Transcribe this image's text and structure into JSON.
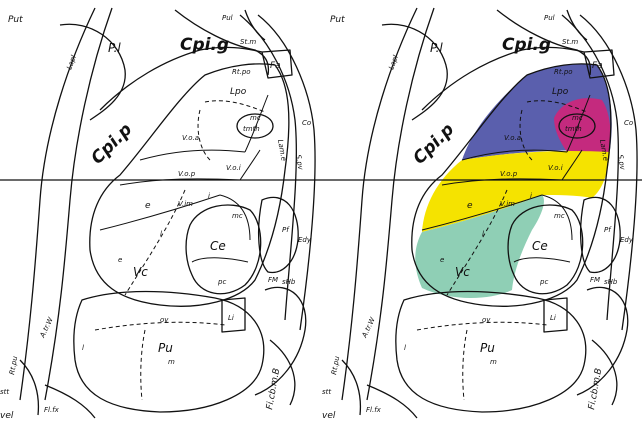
{
  "colors": {
    "blue": "#5a5fad",
    "magenta": "#c42a7e",
    "yellow": "#f5e300",
    "teal": "#8fcfb5",
    "line": "#111111"
  },
  "labels": {
    "put": "Put",
    "pul": "Pul",
    "pl": "P.l",
    "cpig": "Cpi.g",
    "stm": "St.m",
    "rtpo": "Rt.po",
    "fa": "Fa",
    "lpo": "Lpo",
    "mc_upper": "mc",
    "tmth": "tmth",
    "lpl": "Lapl",
    "lame": "Lam.e",
    "co": "Co",
    "spv": "S.pv",
    "cpip": "Cpi.p",
    "voa": "V.o.a",
    "vop": "V.o.p",
    "voi": "V.o.i",
    "e": "e",
    "vim": "V.im",
    "i_small": "i",
    "mc_lower": "mc",
    "pf": "Pf",
    "edy": "Edy",
    "vc": "Vc",
    "l": "l",
    "ce": "Ce",
    "fm": "FM",
    "shb": "sHb",
    "pc": "pc",
    "atrw": "A.tr.W",
    "li": "Li",
    "ov": "ov",
    "pu": "Pu",
    "m": "m",
    "l_bottom": "l",
    "fi_cb": "Fi.cb.m.B",
    "fi_fx": "Fl.fx",
    "vel": "vel",
    "stt": "stt",
    "rtpu": "Rt.pu"
  }
}
